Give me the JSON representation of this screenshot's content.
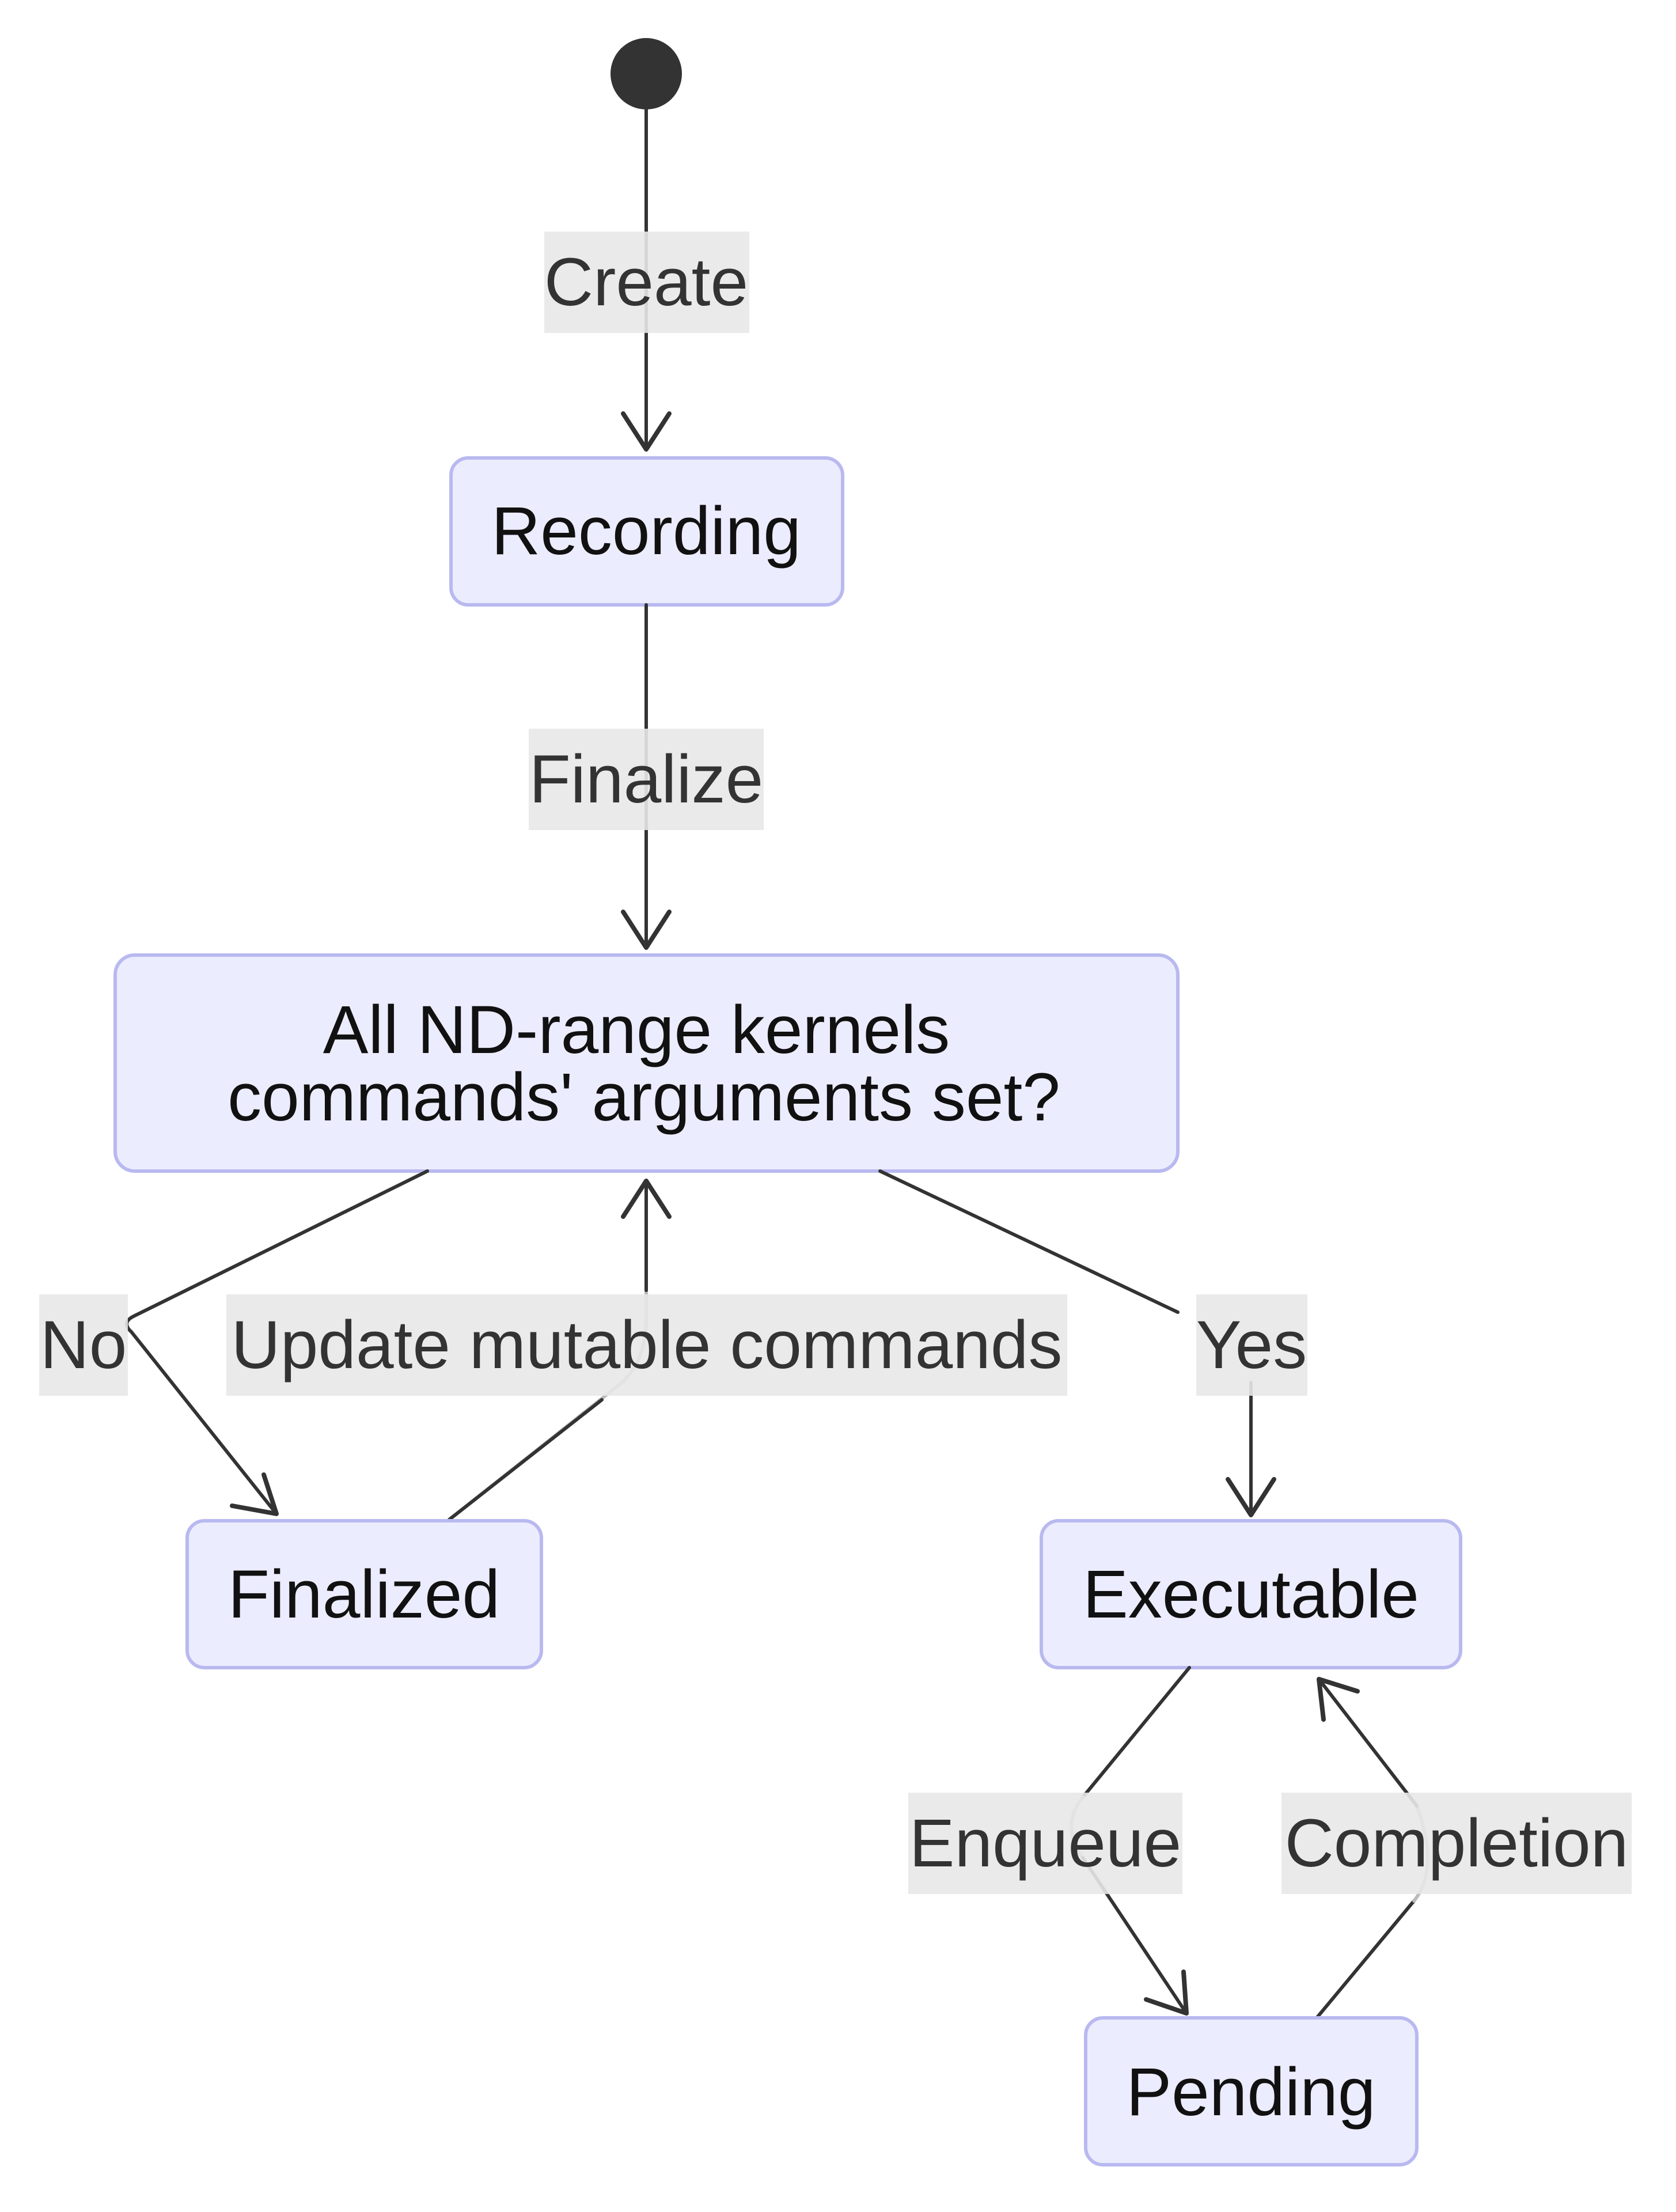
{
  "diagram": {
    "type": "state-diagram",
    "states": {
      "recording": "Recording",
      "decision_line1": "All ND-range kernels",
      "decision_line2": "commands' arguments set?",
      "finalized": "Finalized",
      "executable": "Executable",
      "pending": "Pending"
    },
    "transitions": {
      "create": "Create",
      "finalize": "Finalize",
      "no": "No",
      "update": "Update mutable commands",
      "yes": "Yes",
      "enqueue": "Enqueue",
      "completion": "Completion"
    },
    "colors": {
      "node_fill": "#ECECFF",
      "node_stroke": "#B9B9F0",
      "edge": "#333333",
      "label_bg": "#E8E8E8",
      "start_dot": "#333333"
    }
  }
}
